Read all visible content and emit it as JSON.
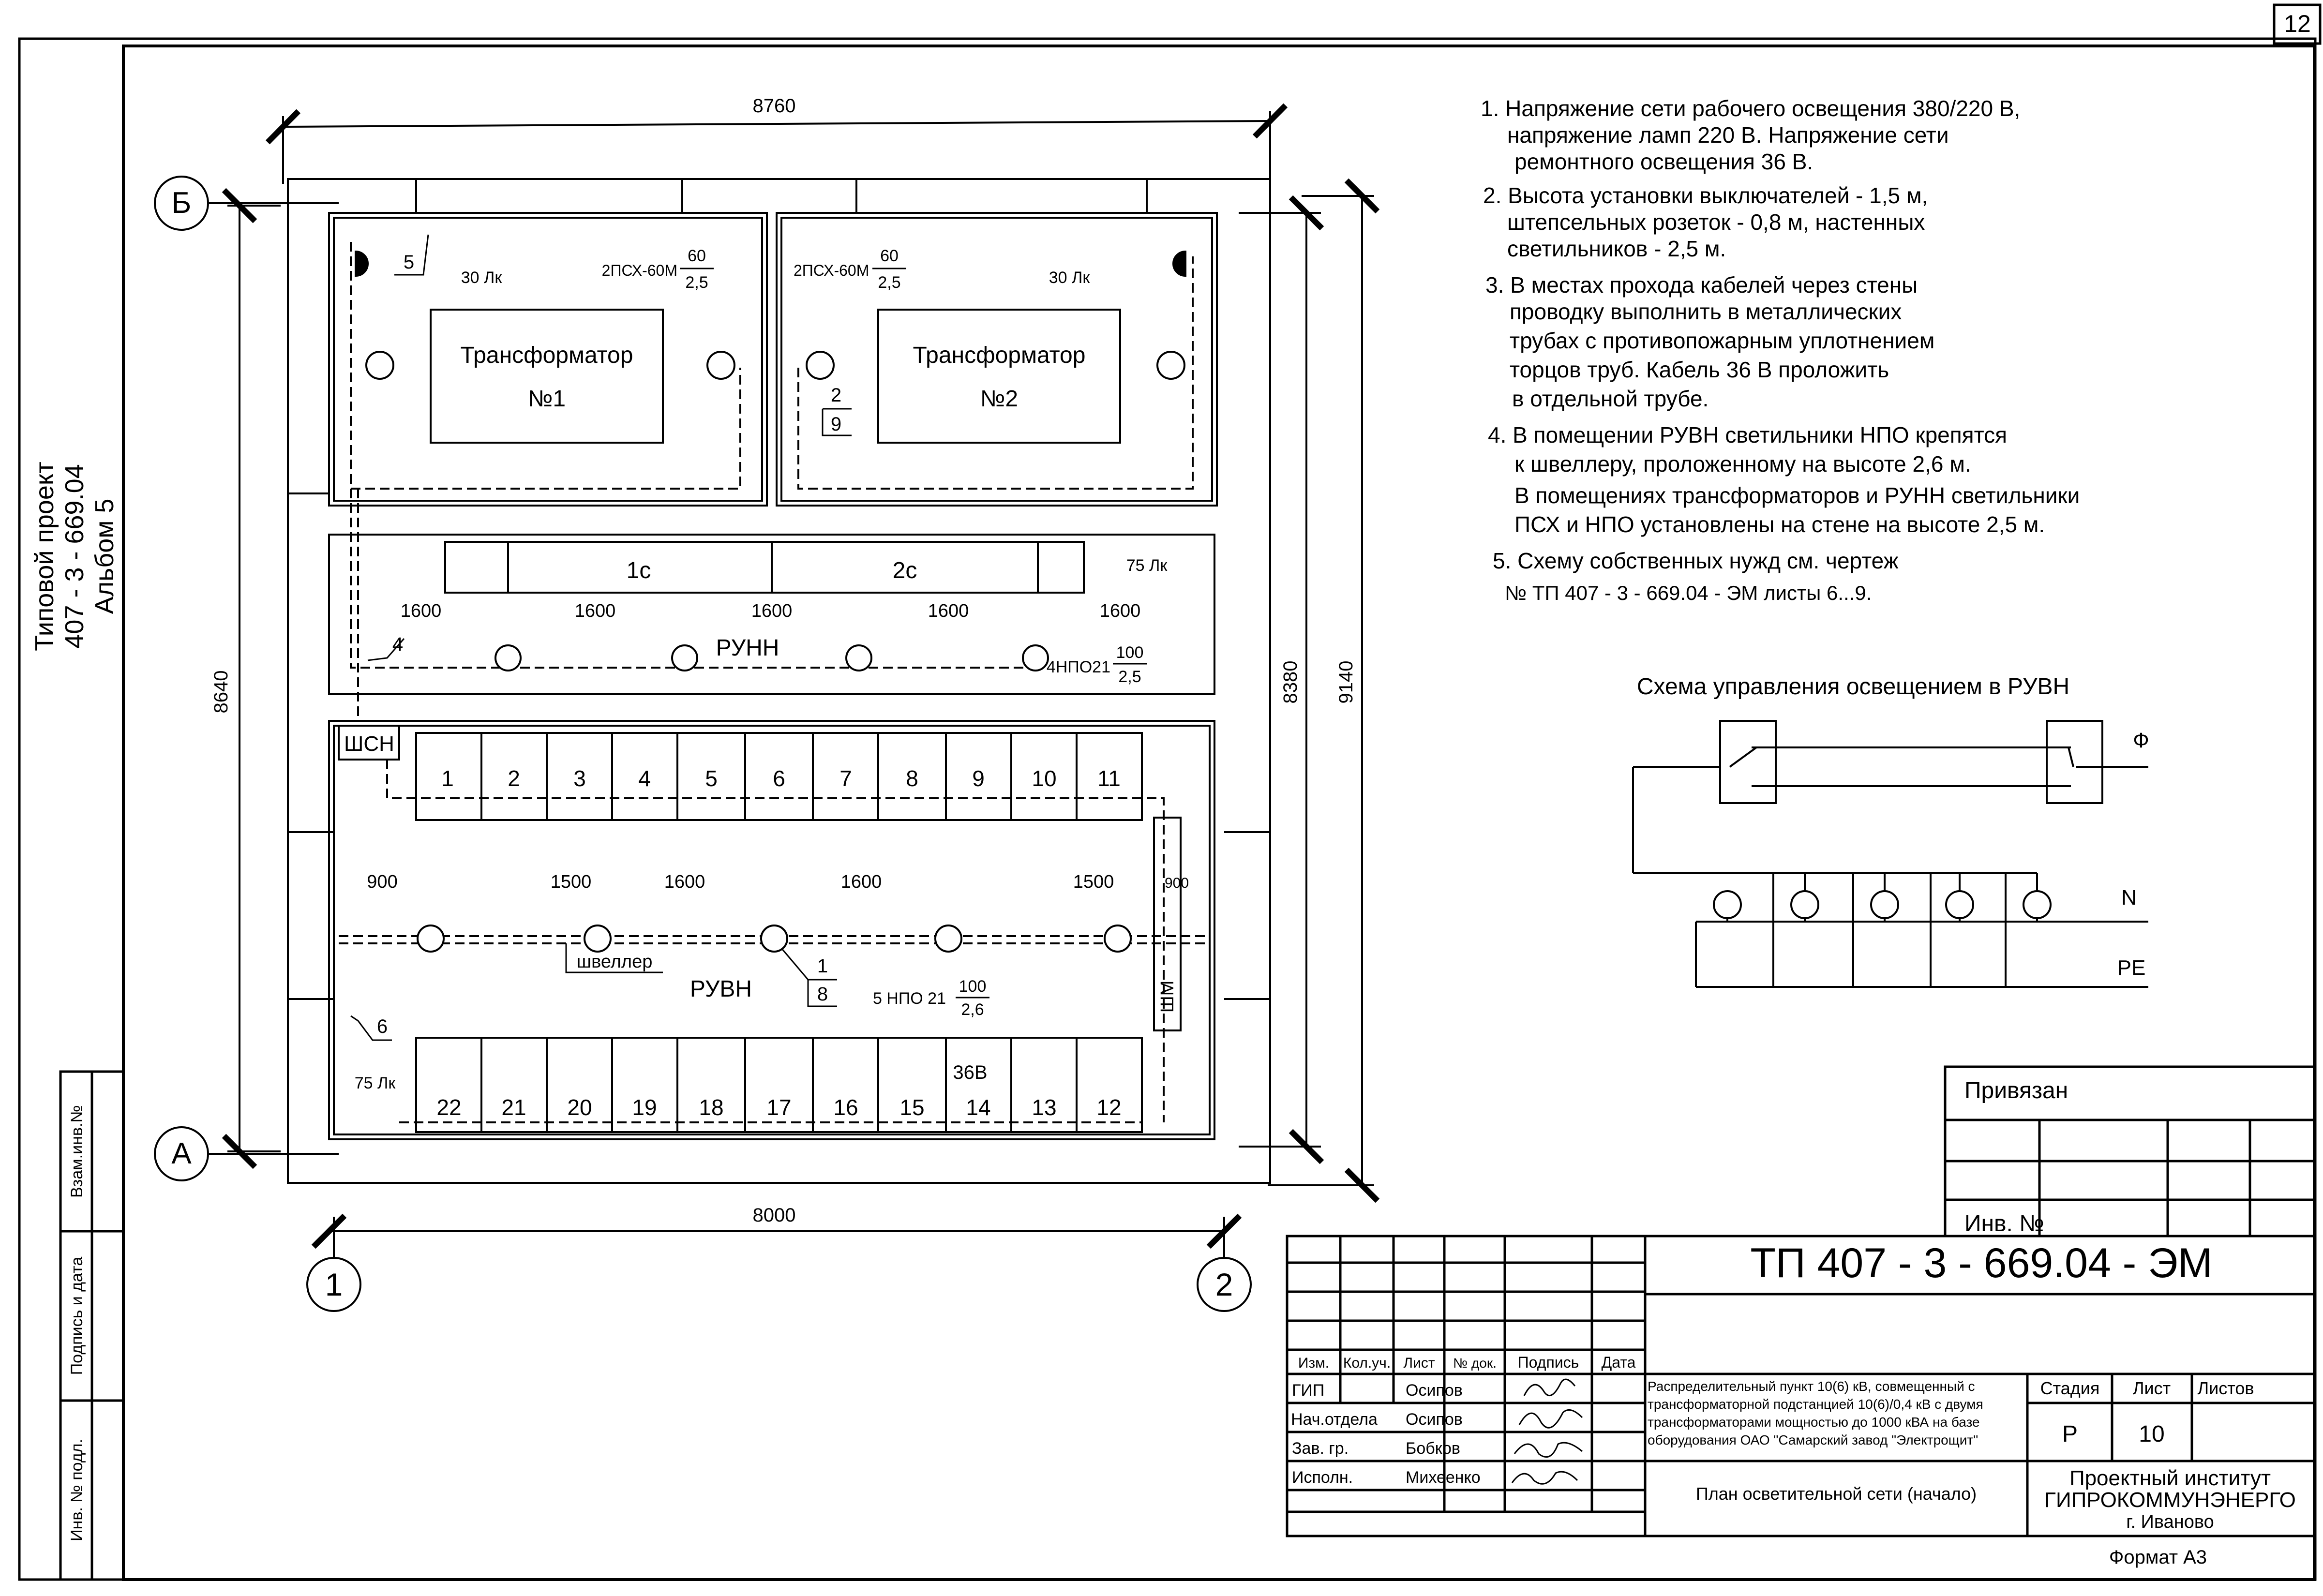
{
  "sheet": {
    "page_number": "12",
    "format": "Формат А3"
  },
  "left_margin": {
    "project_line1": "Типовой проект",
    "project_line2": "407 - 3 - 669.04",
    "project_line3": "Альбом 5",
    "stamp_cells": [
      "Взам.инв.№",
      "Подпись и дата",
      "Инв. № подл."
    ]
  },
  "plan": {
    "dims": {
      "top": "8760",
      "bottom": "8000",
      "left": "8640",
      "right_inner": "8380",
      "right_outer": "9140"
    },
    "axes": {
      "b": "Б",
      "a": "А",
      "one": "1",
      "two": "2"
    },
    "transformer_rooms": [
      {
        "title": "Трансформатор",
        "number": "№1",
        "lux": "30 Лк",
        "lamp": "2ПСХ-60М",
        "frac_top": "60",
        "frac_bottom": "2,5",
        "callout": "5"
      },
      {
        "title": "Трансформатор",
        "number": "№2",
        "lux": "30 Лк",
        "lamp": "2ПСХ-60М",
        "frac_top": "60",
        "frac_bottom": "2,5",
        "callout_top": "2",
        "callout_bottom": "9"
      }
    ],
    "runn": {
      "name": "РУНН",
      "lux": "75 Лк",
      "cells": [
        "1с",
        "2с"
      ],
      "spacings": [
        "1600",
        "1600",
        "1600",
        "1600",
        "1600"
      ],
      "lamp": "4НПО21",
      "frac_top": "100",
      "frac_bottom": "2,5",
      "callout": "4"
    },
    "shsn": "ШСН",
    "ruvn": {
      "name": "РУВН",
      "lux": "75 Лк",
      "cells_top": [
        "1",
        "2",
        "3",
        "4",
        "5",
        "6",
        "7",
        "8",
        "9",
        "10",
        "11"
      ],
      "cells_bottom": [
        "22",
        "21",
        "20",
        "19",
        "18",
        "17",
        "16",
        "15",
        "14",
        "13",
        "12"
      ],
      "label_36v": "36В",
      "spacings": [
        "900",
        "1500",
        "1600",
        "1600",
        "1500",
        "900"
      ],
      "channel": "швеллер",
      "callout_top": "1",
      "callout_bottom": "8",
      "callout_left": "6",
      "lamp": "5 НПО 21",
      "frac_top": "100",
      "frac_bottom": "2,6",
      "panel": "ШМ"
    }
  },
  "notes": [
    "1. Напряжение сети рабочего освещения 380/220 В,",
    "напряжение ламп 220 В. Напряжение сети",
    "ремонтного освещения 36 В.",
    "2. Высота установки выключателей - 1,5 м,",
    "штепсельных розеток - 0,8 м, настенных",
    "светильников - 2,5 м.",
    "3. В местах прохода кабелей через стены",
    "проводку выполнить в металлических",
    "трубах с противопожарным уплотнением",
    "торцов труб. Кабель 36 В проложить",
    "в отдельной трубе.",
    "4. В помещении РУВН светильники НПО крепятся",
    "к швеллеру, проложенному на высоте 2,6 м.",
    "В помещениях трансформаторов и РУНН светильники",
    "ПСХ и НПО установлены на стене на высоте 2,5 м.",
    "5. Схему собственных нужд см. чертеж",
    "№ ТП 407 - 3 - 669.04 - ЭМ листы  6...9."
  ],
  "scheme": {
    "title": "Схема управления освещением в РУВН",
    "phase": "Ф",
    "neutral": "N",
    "pe": "PE"
  },
  "title_block": {
    "bound": "Привязан",
    "inv": "Инв. №",
    "code": "ТП  407 - 3 - 669.04 - ЭМ",
    "headers": [
      "Изм.",
      "Кол.уч.",
      "Лист",
      "№ док.",
      "Подпись",
      "Дата"
    ],
    "roles": [
      "ГИП",
      "Нач.отдела",
      "Зав. гр.",
      "Исполн."
    ],
    "names": [
      "Осипов",
      "Осипов",
      "Бобков",
      "Михеенко"
    ],
    "description": [
      "Распределительный пункт 10(6) кВ, совмещенный с",
      "трансформаторной подстанцией 10(6)/0,4 кВ с двумя",
      "трансформаторами мощностью до 1000 кВА на базе",
      "оборудования ОАО \"Самарский завод \"Электрощит\""
    ],
    "stage_label": "Стадия",
    "sheet_label": "Лист",
    "sheets_label": "Листов",
    "stage": "Р",
    "sheet": "10",
    "drawing_name": "План осветительной сети (начало)",
    "org1": "Проектный институт",
    "org2": "ГИПРОКОММУНЭНЕРГО",
    "org3": "г. Иваново"
  }
}
